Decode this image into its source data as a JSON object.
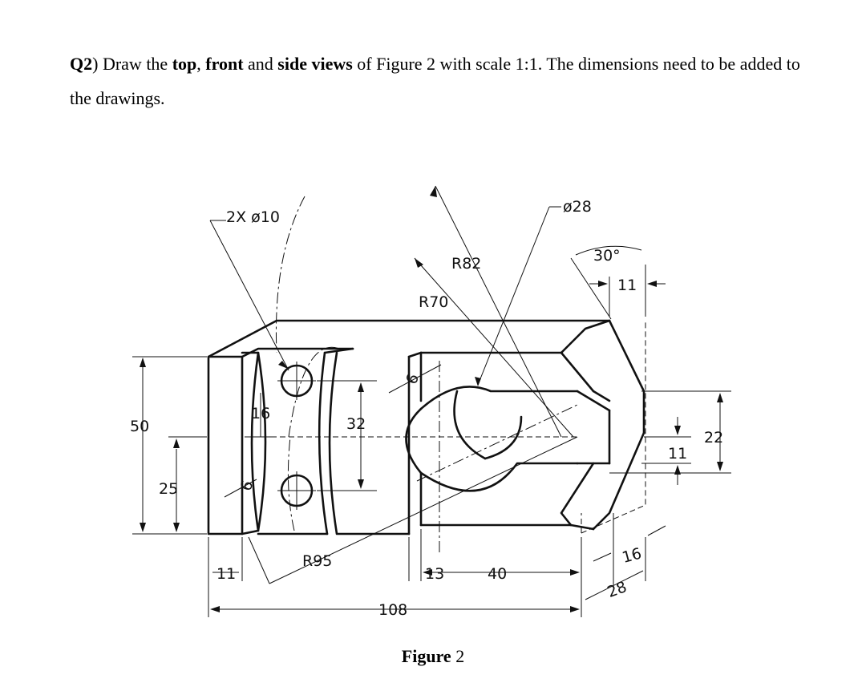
{
  "question": {
    "label": "Q2",
    "paren": ")",
    "t1": " Draw the ",
    "b1": "top",
    "t2": ", ",
    "b2": "front",
    "t3": " and ",
    "b3": "side views",
    "t4": " of Figure 2 with scale 1:1. The dimensions need to be added to the drawings."
  },
  "figure": {
    "dims": {
      "holes": "2X ø10",
      "bore": "ø28",
      "r82": "R82",
      "r70": "R70",
      "angle": "30°",
      "d11_top": "11",
      "d6_a": "6",
      "d6_b": "6",
      "d16": "16",
      "d32": "32",
      "d50": "50",
      "d25": "25",
      "d22": "22",
      "d11_right": "11",
      "d11_bottom": "11",
      "r95": "R95",
      "d13": "13",
      "d40": "40",
      "d16_depth": "16",
      "d28": "28",
      "d108": "108"
    }
  },
  "caption": {
    "bold": "Figure",
    "num": " 2"
  }
}
